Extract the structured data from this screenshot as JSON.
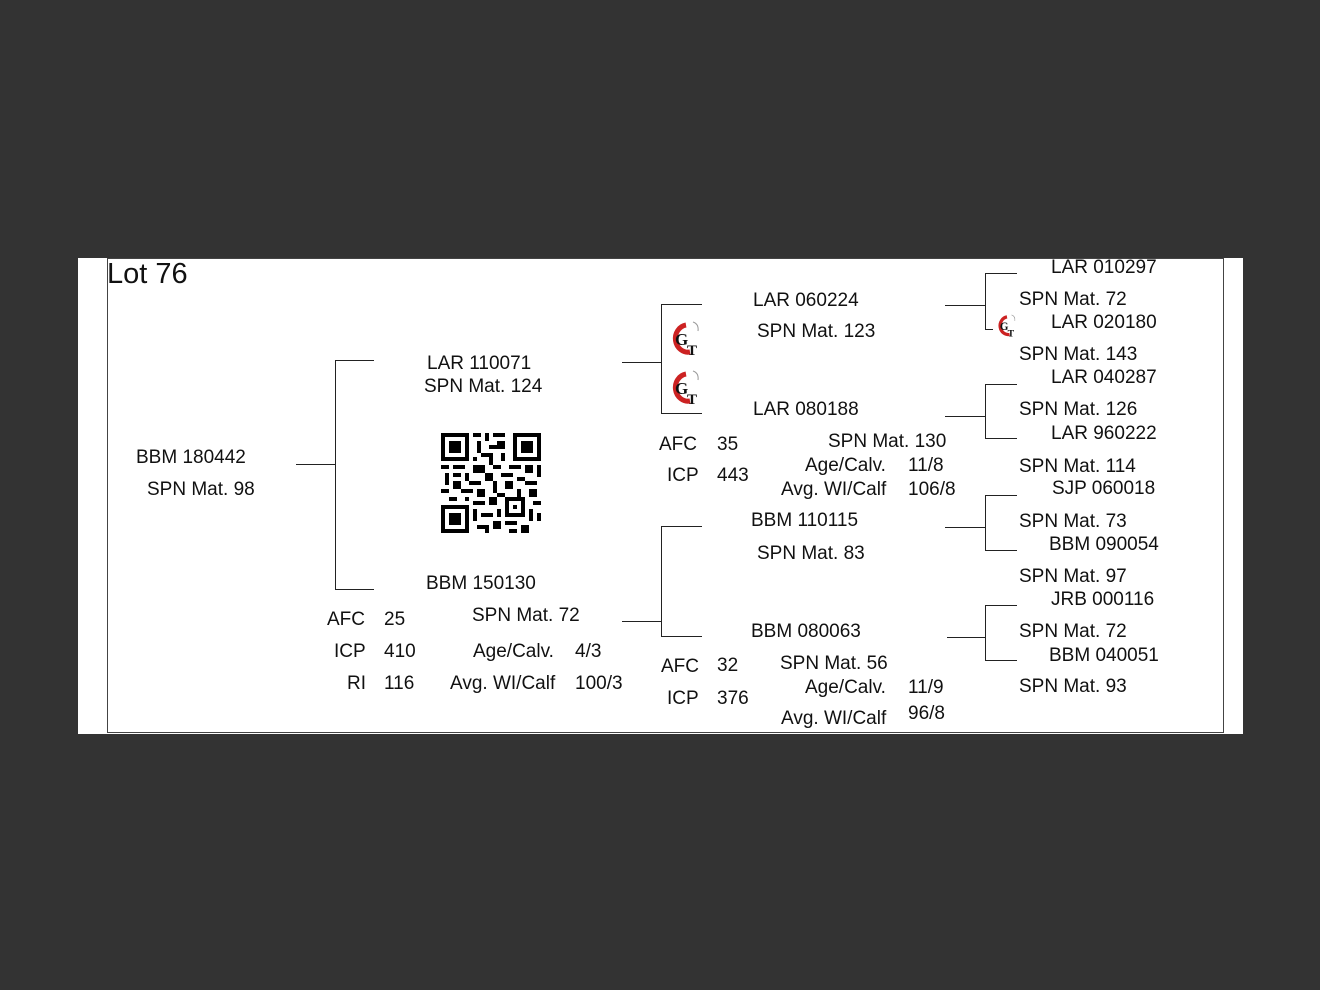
{
  "lot": {
    "title": "Lot 76"
  },
  "subject": {
    "id": "BBM 180442",
    "spn": "SPN Mat. 98"
  },
  "sire": {
    "id": "LAR 110071",
    "spn": "SPN Mat. 124"
  },
  "dam": {
    "id": "BBM 150130",
    "spn": "SPN Mat. 72",
    "afc_label": "AFC",
    "afc": "25",
    "icp_label": "ICP",
    "icp": "410",
    "ri_label": "RI",
    "ri": "116",
    "age_label": "Age/Calv.",
    "age": "4/3",
    "wi_label": "Avg. WI/Calf",
    "wi": "100/3"
  },
  "sire_sire": {
    "id": "LAR 060224",
    "spn": "SPN Mat. 123"
  },
  "sire_dam": {
    "id": "LAR 080188",
    "spn": "SPN Mat. 130",
    "afc_label": "AFC",
    "afc": "35",
    "icp_label": "ICP",
    "icp": "443",
    "age_label": "Age/Calv.",
    "age": "11/8",
    "wi_label": "Avg. WI/Calf",
    "wi": "106/8"
  },
  "dam_sire": {
    "id": "BBM 110115",
    "spn": "SPN Mat. 83"
  },
  "dam_dam": {
    "id": "BBM 080063",
    "spn": "SPN Mat. 56",
    "afc_label": "AFC",
    "afc": "32",
    "icp_label": "ICP",
    "icp": "376",
    "age_label": "Age/Calv.",
    "age": "11/9",
    "wi_label": "Avg. WI/Calf",
    "wi": "96/8"
  },
  "gen3": [
    {
      "id": "LAR 010297",
      "spn": "SPN Mat. 72"
    },
    {
      "id": "LAR 020180",
      "spn": "SPN Mat. 143"
    },
    {
      "id": "LAR 040287",
      "spn": "SPN Mat. 126"
    },
    {
      "id": "LAR 960222",
      "spn": "SPN Mat. 114"
    },
    {
      "id": "SJP 060018",
      "spn": "SPN Mat. 73"
    },
    {
      "id": "BBM 090054",
      "spn": "SPN Mat. 97"
    },
    {
      "id": "JRB 000116",
      "spn": "SPN Mat. 72"
    },
    {
      "id": "BBM 040051",
      "spn": "SPN Mat. 93"
    }
  ],
  "logo": {
    "letters": "GT",
    "accent": "#cc2222"
  }
}
